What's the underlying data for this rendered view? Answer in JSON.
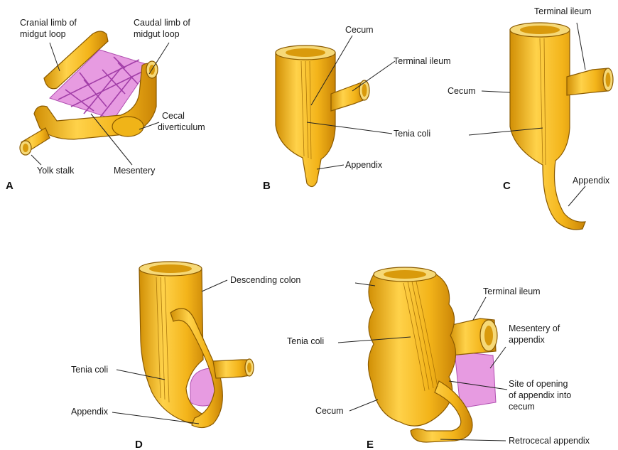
{
  "panels": {
    "A": {
      "letter": "A",
      "labels": {
        "cranial_limb_1": "Cranial limb of",
        "cranial_limb_2": "midgut loop",
        "caudal_limb_1": "Caudal limb of",
        "caudal_limb_2": "midgut loop",
        "cecal_div_1": "Cecal",
        "cecal_div_2": "diverticulum",
        "yolk_stalk": "Yolk stalk",
        "mesentery": "Mesentery"
      }
    },
    "B": {
      "letter": "B",
      "labels": {
        "cecum": "Cecum",
        "terminal_ileum": "Terminal ileum",
        "tenia_coli": "Tenia coli",
        "appendix": "Appendix"
      }
    },
    "C": {
      "letter": "C",
      "labels": {
        "terminal_ileum": "Terminal ileum",
        "cecum": "Cecum",
        "appendix": "Appendix"
      }
    },
    "D": {
      "letter": "D",
      "labels": {
        "descending_colon": "Descending colon",
        "tenia_coli": "Tenia coli",
        "appendix": "Appendix"
      }
    },
    "E": {
      "letter": "E",
      "labels": {
        "terminal_ileum": "Terminal ileum",
        "mesentery_app_1": "Mesentery of",
        "mesentery_app_2": "appendix",
        "tenia_coli": "Tenia coli",
        "site_1": "Site of opening",
        "site_2": "of appendix into",
        "site_3": "cecum",
        "cecum": "Cecum",
        "retrocecal": "Retrocecal appendix"
      }
    }
  },
  "colors": {
    "intestine": "#f0b418",
    "intestine_shadow": "#c98a06",
    "mesentery": "#e79be1",
    "vessels": "#a23ea8"
  }
}
